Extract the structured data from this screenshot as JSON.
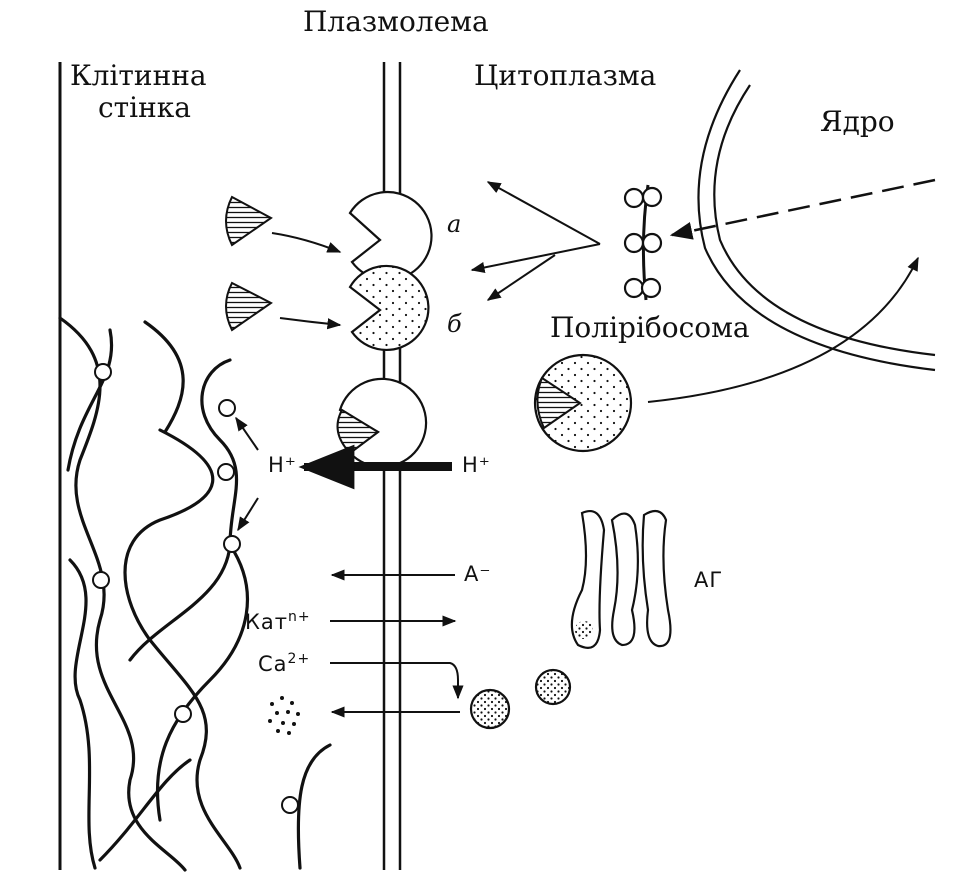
{
  "labels": {
    "plasmalemma": "Плазмолема",
    "cell_wall_line1": "Клітинна",
    "cell_wall_line2": "стінка",
    "cytoplasm": "Цитоплазма",
    "nucleus": "Ядро",
    "polyribosome": "Полірібосома",
    "receptor_a": "а",
    "receptor_b": "б",
    "proton_left": "H⁺",
    "proton_right": "H⁺",
    "anion": "A⁻",
    "cation_n": "Кат",
    "cation_n_sup": "n+",
    "calcium": "Ca",
    "calcium_sup": "2+",
    "golgi": "АГ"
  },
  "colors": {
    "ink": "#111111",
    "background": "#ffffff"
  }
}
